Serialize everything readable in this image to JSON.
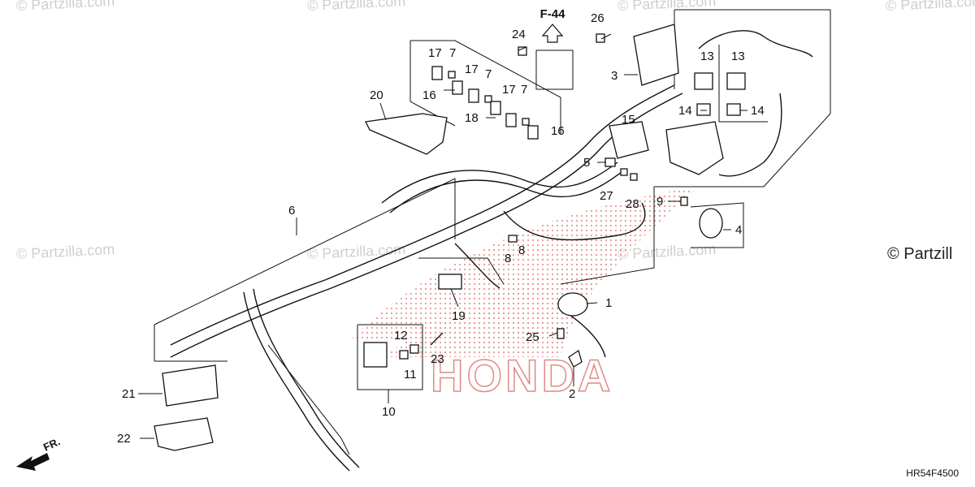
{
  "watermarks": [
    "© Partzilla.com",
    "© Partzilla.com",
    "© Partzilla.com",
    "© Partzilla.com",
    "© Partzilla.com",
    "© Partzilla.com",
    "© Partzilla.com"
  ],
  "watermark_right": "© Partzill",
  "brand": "HONDA",
  "diagram_code": "HR54F4500",
  "front_label": "FR.",
  "ref_label": "F-44",
  "callouts": [
    "1",
    "2",
    "3",
    "4",
    "5",
    "6",
    "7",
    "8",
    "9",
    "10",
    "11",
    "12",
    "13",
    "14",
    "15",
    "16",
    "17",
    "18",
    "19",
    "20",
    "21",
    "22",
    "23",
    "24",
    "25",
    "26",
    "27",
    "28"
  ],
  "colors": {
    "line": "#111111",
    "dots": "#d9534f",
    "watermark": "#cfcfcf"
  }
}
